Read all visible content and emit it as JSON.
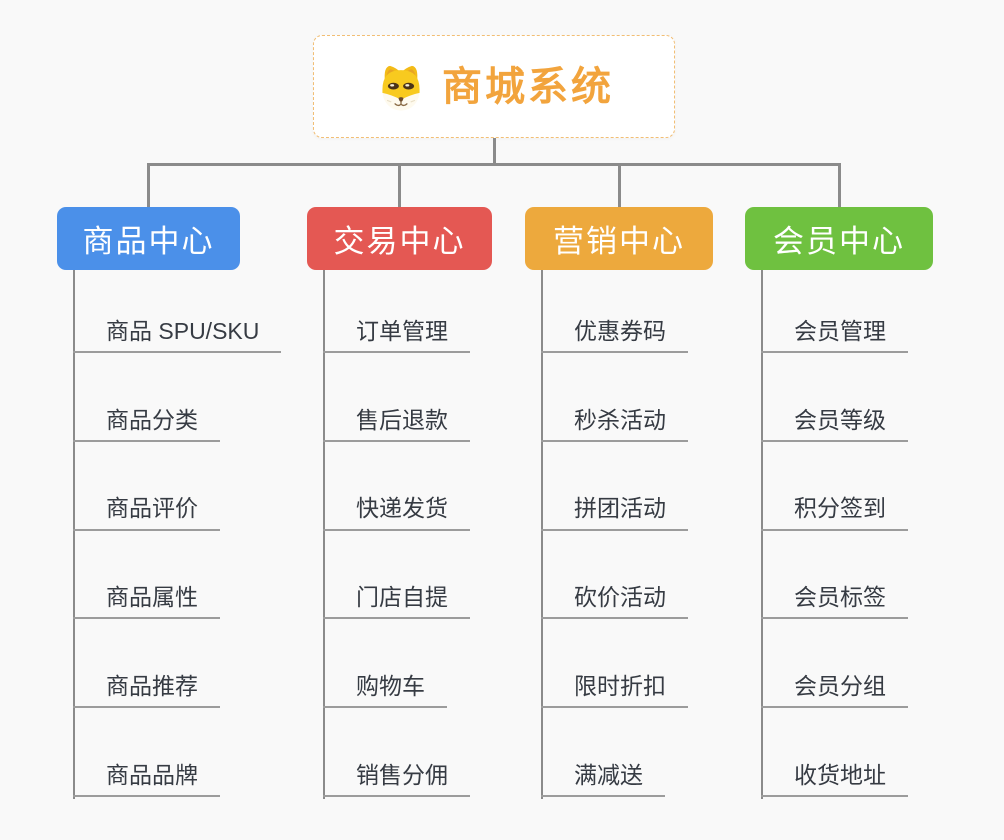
{
  "root": {
    "title": "商城系统",
    "icon": "dog-icon",
    "title_color": "#F2A43D",
    "border_color": "#F2BE74"
  },
  "colors": {
    "background": "#F9F9F9",
    "connector": "#8B8B8B",
    "underline": "#9C9C9C",
    "item_text": "#363B43"
  },
  "branches": [
    {
      "label": "商品中心",
      "color": "#4B90E9",
      "items": [
        "商品 SPU/SKU",
        "商品分类",
        "商品评价",
        "商品属性",
        "商品推荐",
        "商品品牌"
      ]
    },
    {
      "label": "交易中心",
      "color": "#E45853",
      "items": [
        "订单管理",
        "售后退款",
        "快递发货",
        "门店自提",
        "购物车",
        "销售分佣"
      ]
    },
    {
      "label": "营销中心",
      "color": "#EDA93D",
      "items": [
        "优惠券码",
        "秒杀活动",
        "拼团活动",
        "砍价活动",
        "限时折扣",
        "满减送"
      ]
    },
    {
      "label": "会员中心",
      "color": "#6FC140",
      "items": [
        "会员管理",
        "会员等级",
        "积分签到",
        "会员标签",
        "会员分组",
        "收货地址"
      ]
    }
  ]
}
